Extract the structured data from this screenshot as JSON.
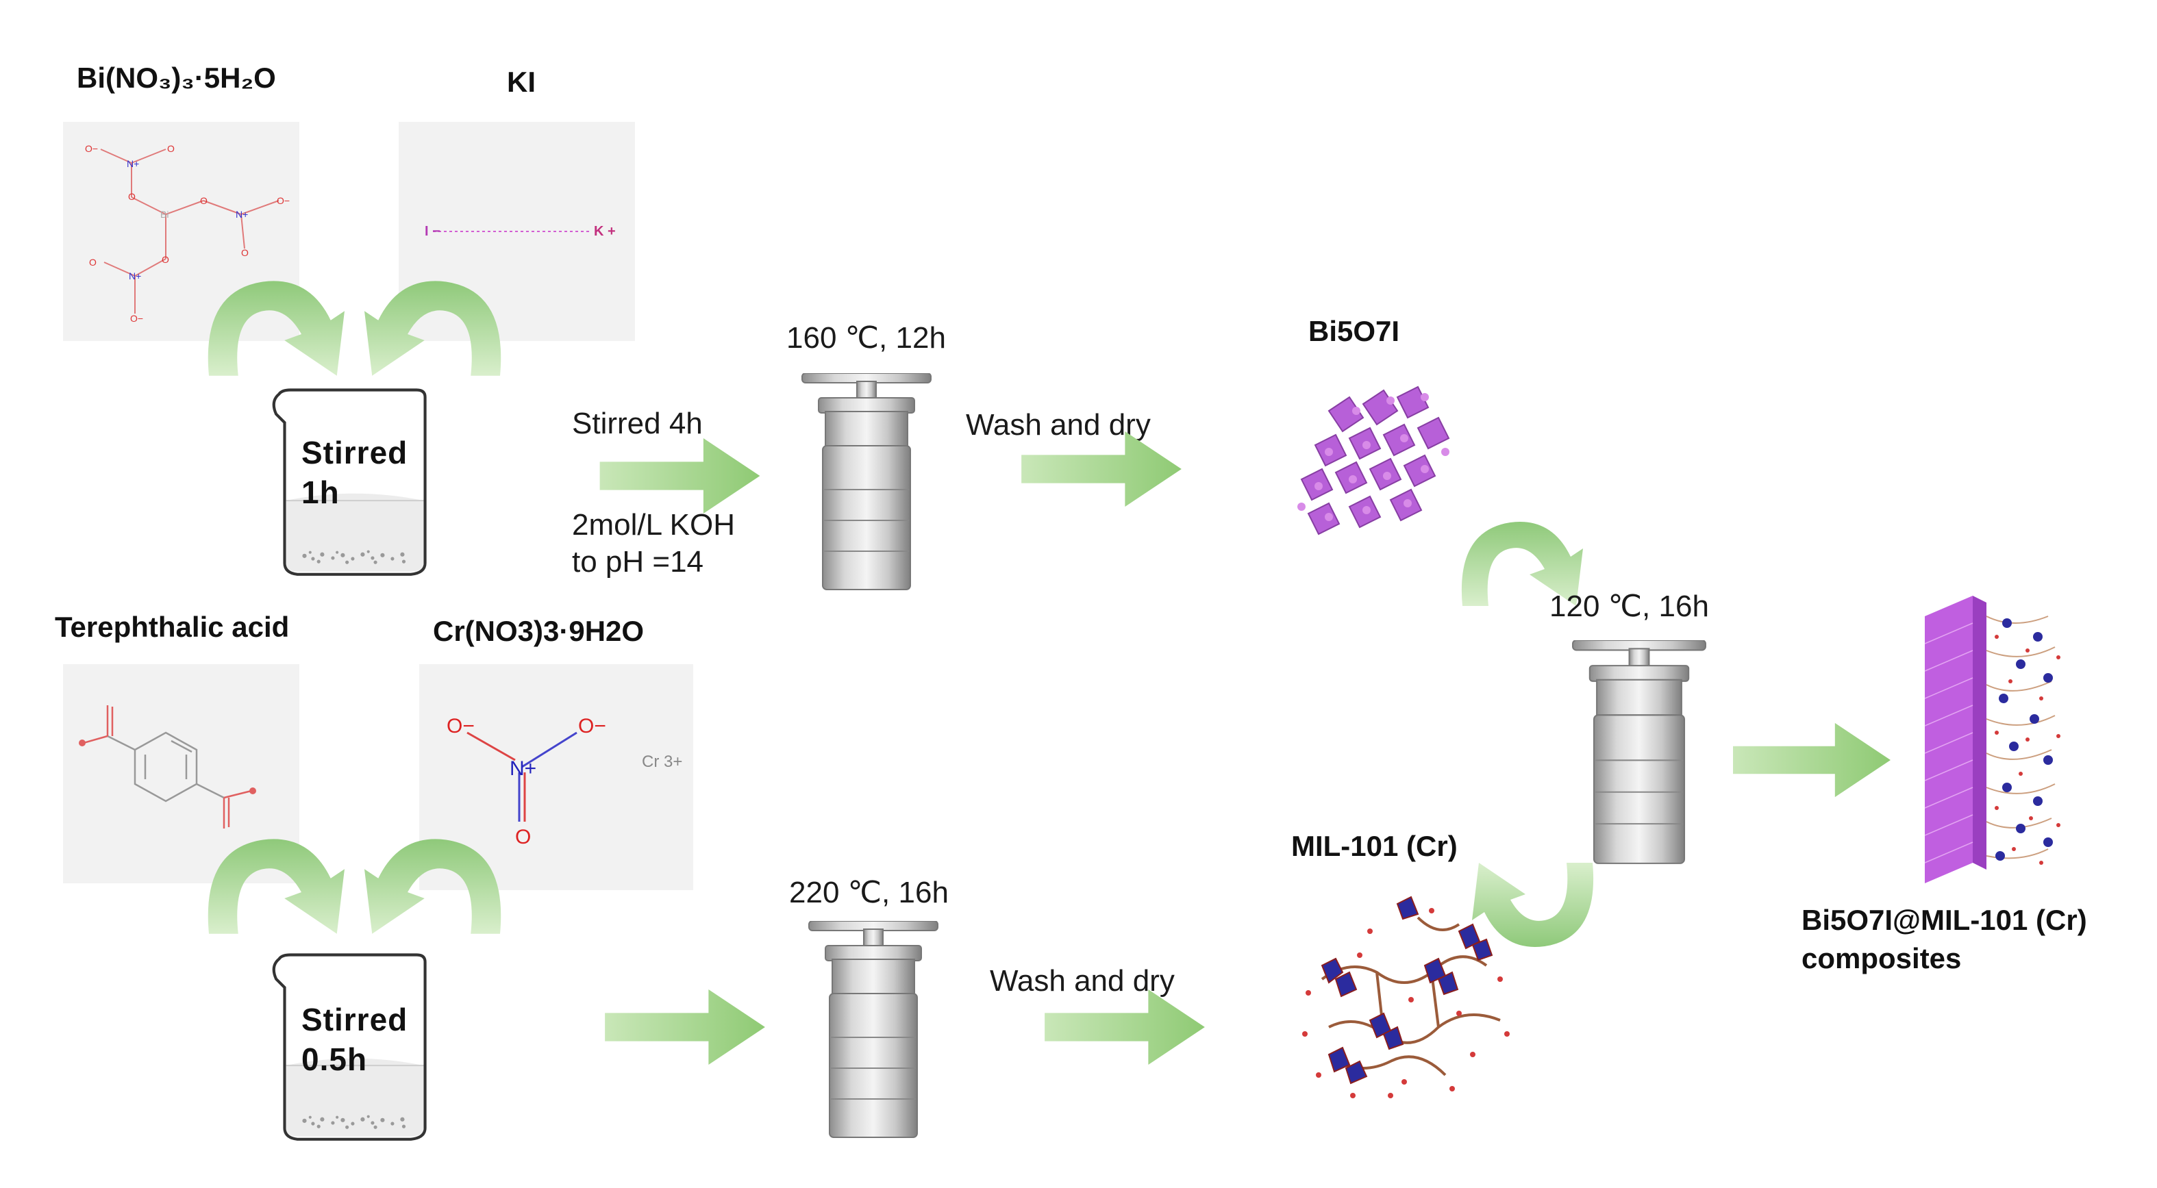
{
  "labels": {
    "bi_nitrate": "Bi(NO₃)₃·5H₂O",
    "ki": "KI",
    "terephthalic": "Terephthalic acid",
    "cr_nitrate": "Cr(NO3)3·9H2O",
    "bi5o7i": "Bi5O7I",
    "mil101": "MIL-101 (Cr)",
    "composite_line1": "Bi5O7I@MIL-101 (Cr)",
    "composite_line2": "composites"
  },
  "beakers": {
    "top_line1": "Stirred",
    "top_line2": "1h",
    "bottom_line1": "Stirred",
    "bottom_line2": "0.5h"
  },
  "conditions": {
    "autoclave_top": "160 ℃, 12h",
    "autoclave_bottom": "220 ℃, 16h",
    "autoclave_final": "120 ℃, 16h",
    "stirred_4h": "Stirred 4h",
    "koh_line1": "2mol/L KOH",
    "koh_line2": "to pH =14",
    "wash_top": "Wash and dry",
    "wash_bottom": "Wash and dry"
  },
  "molecule_labels": {
    "bi_atom": "Bi",
    "i_ion": "I −",
    "k_ion": "K +",
    "o_minus": "O−",
    "n_plus": "N+",
    "o": "O",
    "cr_ion": "Cr 3+"
  },
  "colors": {
    "arrow_green": "#a6d48f",
    "arrow_dark": "#6fa65a",
    "bi5o7i_purple": "#b04fd4",
    "mil_blue": "#2b2b9e",
    "mil_brown": "#9b5b3a",
    "steel": "#c4c4c4"
  }
}
